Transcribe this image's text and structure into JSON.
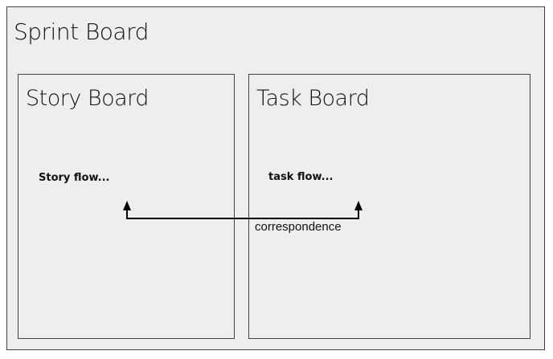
{
  "board": {
    "title": "Sprint Board"
  },
  "story_board": {
    "title": "Story Board",
    "flow_label": "Story flow..."
  },
  "task_board": {
    "title": "Task Board",
    "flow_label": "task flow..."
  },
  "connector": {
    "label": "correspondence",
    "color": "#000000"
  }
}
